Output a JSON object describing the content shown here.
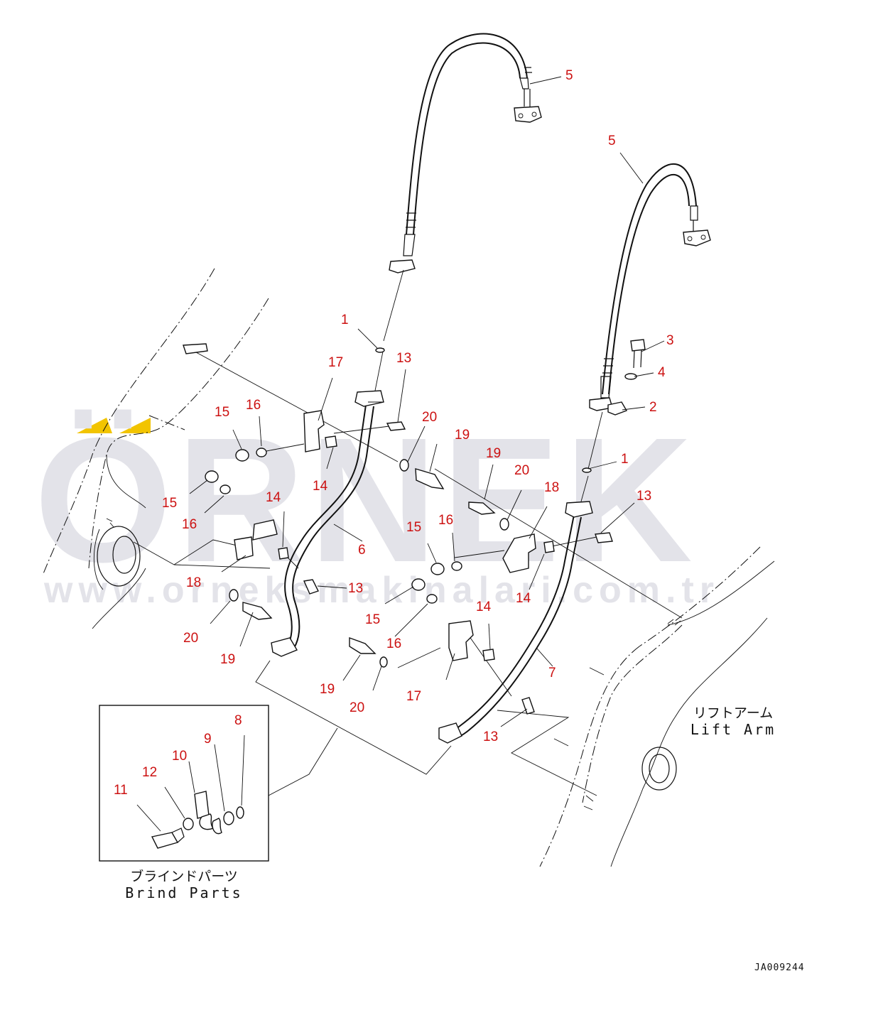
{
  "watermark": {
    "brand": "ÖRNEK",
    "url": "www.orneksmakinalari.com.tr",
    "accent_color": "#f2c400",
    "text_color": "#e3e3e9"
  },
  "callout_color": "#cc1111",
  "callouts": {
    "c1a": "1",
    "c1b": "1",
    "c2": "2",
    "c3": "3",
    "c4": "4",
    "c5a": "5",
    "c5b": "5",
    "c6": "6",
    "c7": "7",
    "c8": "8",
    "c9": "9",
    "c10": "10",
    "c11": "11",
    "c12": "12",
    "c13a": "13",
    "c13b": "13",
    "c13c": "13",
    "c13d": "13",
    "c14a": "14",
    "c14b": "14",
    "c14c": "14",
    "c14d": "14",
    "c15a": "15",
    "c15b": "15",
    "c15c": "15",
    "c15d": "15",
    "c16a": "16",
    "c16b": "16",
    "c16c": "16",
    "c16d": "16",
    "c17a": "17",
    "c17b": "17",
    "c18a": "18",
    "c18b": "18",
    "c19a": "19",
    "c19b": "19",
    "c19c": "19",
    "c19d": "19",
    "c20a": "20",
    "c20b": "20",
    "c20c": "20",
    "c20d": "20"
  },
  "labels": {
    "lift_arm_jp": "リフトアーム",
    "lift_arm_en": "Lift Arm",
    "blind_parts_jp": "ブラインドパーツ",
    "blind_parts_en": "Brind Parts",
    "drawing_code": "JA009244"
  }
}
